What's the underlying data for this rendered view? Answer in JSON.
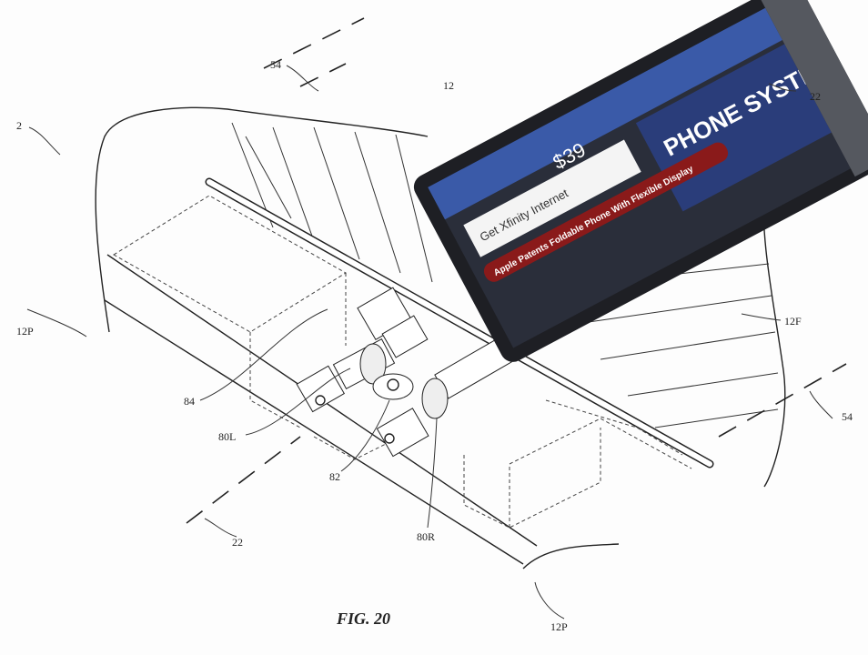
{
  "figure": {
    "caption": "FIG. 20"
  },
  "reference_labels": {
    "device": "2",
    "axis_top": "54",
    "axis_right": "54",
    "hinge_top": "12",
    "phone_edge": "22",
    "fold_axis": "22",
    "panel_left": "12P",
    "panel_bottom": "12P",
    "panel_front": "12F",
    "gear_housing": "84",
    "left_hinge": "80L",
    "center_gear": "82",
    "right_hinge": "80R"
  },
  "phone_screen": {
    "headline": "PHONE SYSTEM",
    "price": "$39",
    "promo": "Get Xfinity Internet",
    "banner": "Apple Patents Foldable Phone With Flexible Display"
  },
  "colors": {
    "ink": "#222222",
    "phone_body": "#1e1f24",
    "screen_blue": "#3a5aa8",
    "banner_red": "#8a1a1a"
  }
}
